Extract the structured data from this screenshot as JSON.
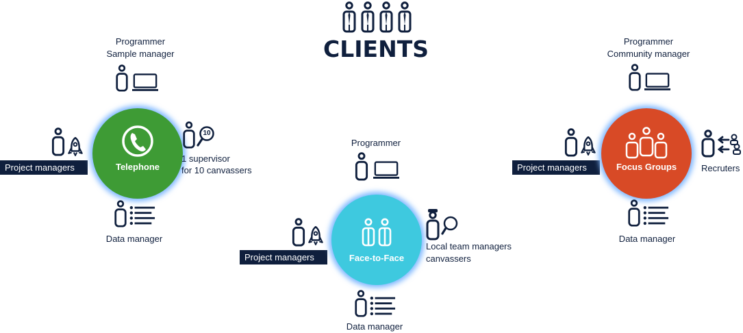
{
  "title": "CLIENTS",
  "colors": {
    "navy": "#0f1f3d",
    "telephone": "#3e9b35",
    "face_to_face": "#3ec9df",
    "focus_groups": "#d84a26",
    "glow": "#7fb8ff"
  },
  "telephone": {
    "label": "Telephone",
    "top_role_line1": "Programmer",
    "top_role_line2": "Sample manager",
    "left_role": "Project managers",
    "right_role_line1": "1 supervisor",
    "right_role_line2": "for 10 canvassers",
    "badge": "10",
    "bottom_role": "Data manager"
  },
  "face_to_face": {
    "label": "Face-to-Face",
    "top_role": "Programmer",
    "left_role": "Project managers",
    "right_role_line1": "Local team managers",
    "right_role_line2": "canvassers",
    "bottom_role": "Data manager"
  },
  "focus_groups": {
    "label": "Focus Groups",
    "top_role_line1": "Programmer",
    "top_role_line2": "Community manager",
    "left_role": "Project managers",
    "right_role": "Recruters",
    "bottom_role": "Data manager"
  }
}
